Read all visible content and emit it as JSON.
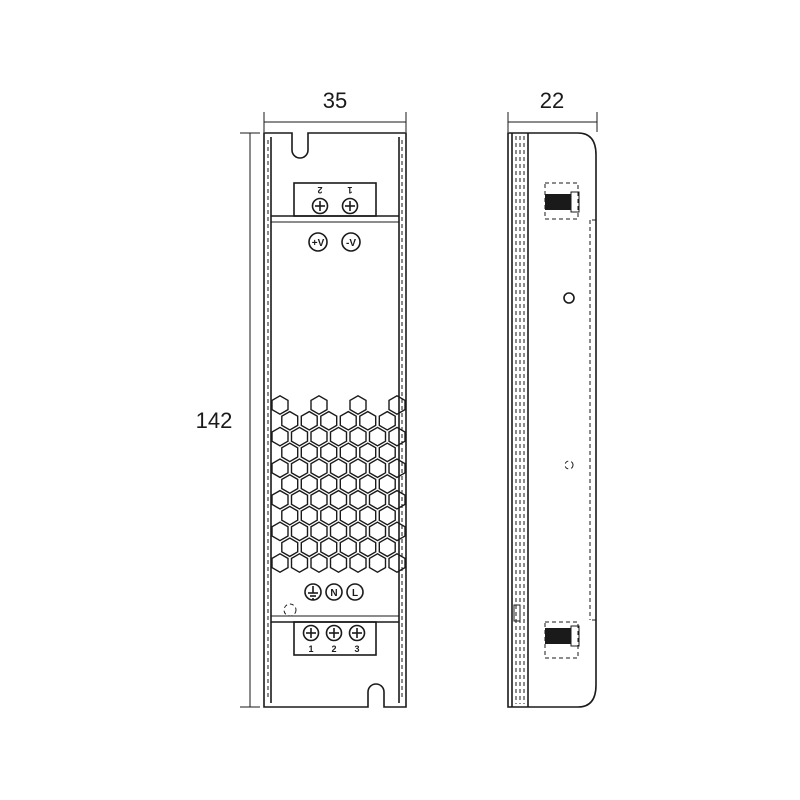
{
  "dimensions": {
    "width": "35",
    "depth": "22",
    "height": "142"
  },
  "output_terminals": {
    "numbers": [
      "2",
      "1"
    ],
    "labels": [
      "+V",
      "-V"
    ]
  },
  "input_terminals": {
    "numbers": [
      "1",
      "2",
      "3"
    ],
    "symbols": [
      "earth-ground",
      "N",
      "L"
    ]
  },
  "colors": {
    "line": "#1a1a1a",
    "background": "#ffffff"
  }
}
